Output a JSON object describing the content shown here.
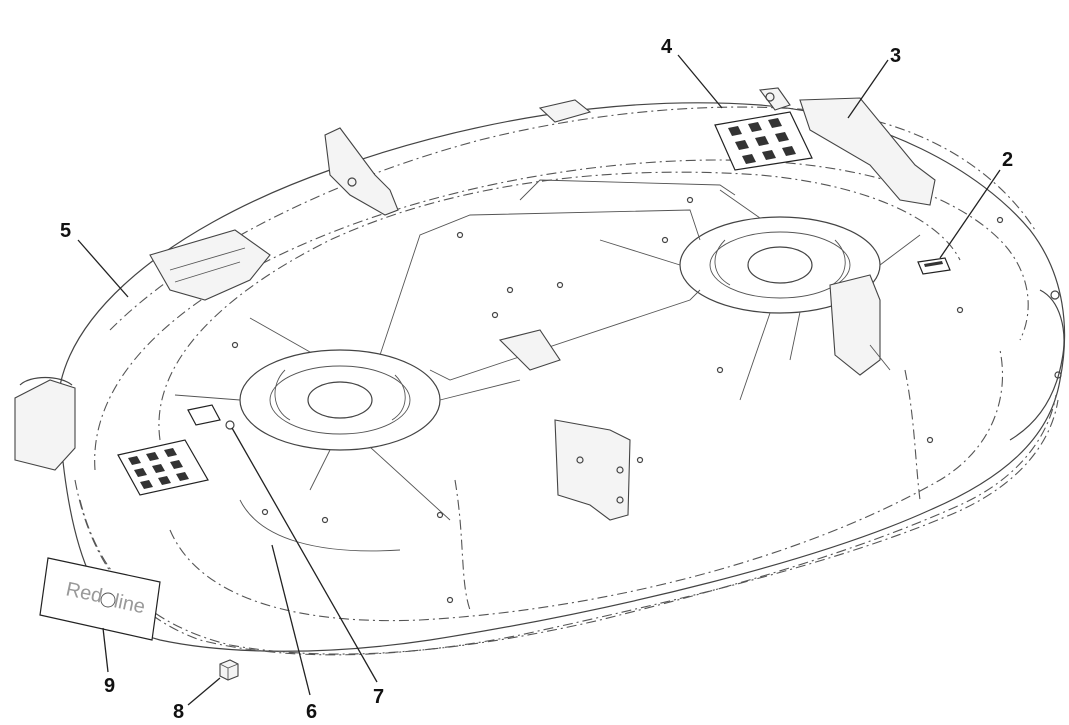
{
  "callouts": [
    {
      "id": "2",
      "label": "2"
    },
    {
      "id": "3",
      "label": "3"
    },
    {
      "id": "4",
      "label": "4"
    },
    {
      "id": "5",
      "label": "5"
    },
    {
      "id": "6",
      "label": "6"
    },
    {
      "id": "7",
      "label": "7"
    },
    {
      "id": "8",
      "label": "8"
    },
    {
      "id": "9",
      "label": "9"
    }
  ],
  "plate_logo": {
    "text_left": "Red",
    "text_right": "line"
  }
}
